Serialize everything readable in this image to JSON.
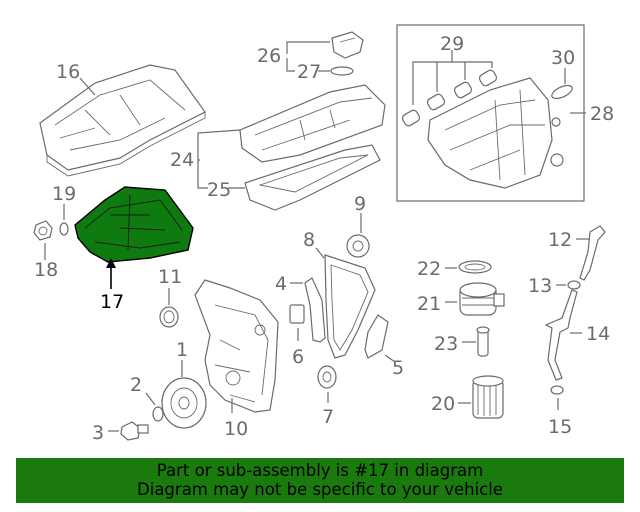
{
  "diagram": {
    "highlighted_part": "17",
    "callouts": [
      "1",
      "2",
      "3",
      "4",
      "5",
      "6",
      "7",
      "8",
      "9",
      "10",
      "11",
      "12",
      "13",
      "14",
      "15",
      "16",
      "17",
      "18",
      "19",
      "20",
      "21",
      "22",
      "23",
      "24",
      "25",
      "26",
      "27",
      "28",
      "29",
      "30"
    ]
  },
  "notice": {
    "line1": "Part or sub-assembly is #17 in diagram",
    "line2": "Diagram may not be specific to your vehicle",
    "background": "#1a7a0e"
  },
  "colors": {
    "highlight_fill": "#0f7a0f",
    "line": "#6b6b6b"
  }
}
